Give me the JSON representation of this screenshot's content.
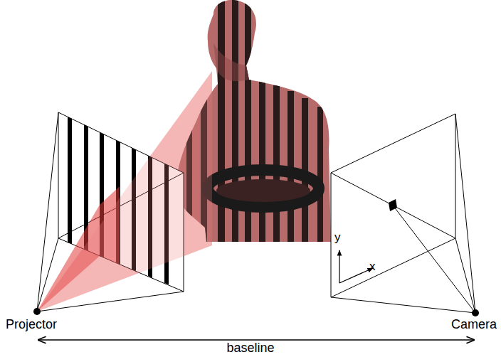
{
  "diagram": {
    "labels": [
      "Projector",
      "Camera",
      "baseline",
      "y",
      "x"
    ]
  }
}
